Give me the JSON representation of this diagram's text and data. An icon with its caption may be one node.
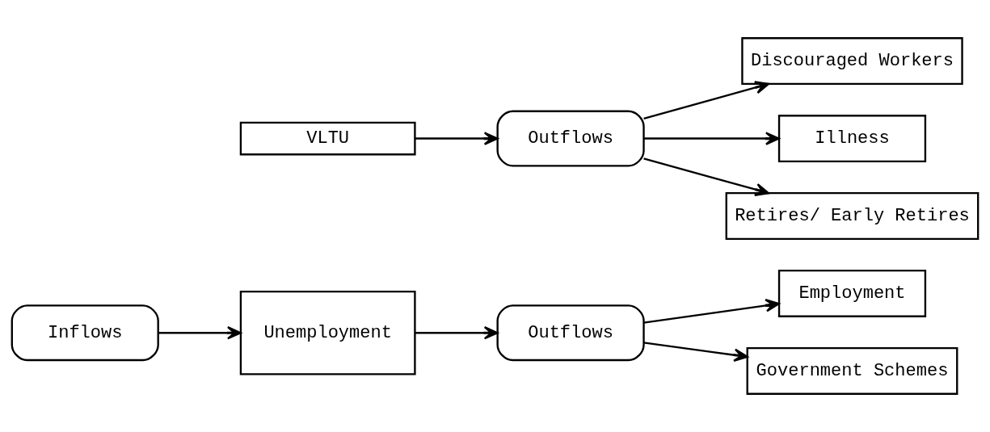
{
  "diagram": {
    "nodes": [
      {
        "text": [
          "Inflows"
        ]
      },
      {
        "text": [
          "Unemployment"
        ]
      },
      {
        "text": [
          "VLTU"
        ]
      },
      {
        "text": [
          "Outflows"
        ]
      },
      {
        "text": [
          "Outflows"
        ]
      },
      {
        "text": [
          "Employment"
        ]
      },
      {
        "text": [
          "Government Schemes"
        ]
      },
      {
        "text": [
          "Discouraged Workers"
        ]
      },
      {
        "text": [
          "Illness"
        ]
      },
      {
        "text": [
          "Retires/ Early Retires"
        ]
      }
    ],
    "edges": [
      {
        "from": 0,
        "to": 1,
        "arrow": "to"
      },
      {
        "from": 1,
        "to": 3,
        "arrow": "to"
      },
      {
        "from": 2,
        "to": 4,
        "arrow": "to"
      },
      {
        "from": 3,
        "to": 5,
        "arrow": "to"
      },
      {
        "from": 3,
        "to": 6,
        "arrow": "to"
      },
      {
        "from": 4,
        "to": 7,
        "arrow": "to"
      },
      {
        "from": 4,
        "to": 8,
        "arrow": "to"
      },
      {
        "from": 4,
        "to": 9,
        "arrow": "to"
      }
    ]
  }
}
